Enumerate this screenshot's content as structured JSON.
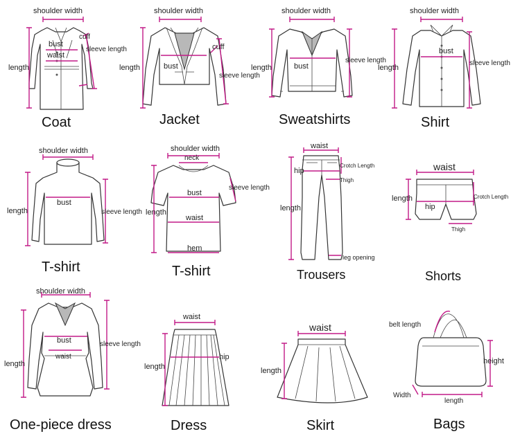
{
  "accent_color": "#c21a87",
  "items": [
    {
      "id": "coat",
      "title": "Coat",
      "labels": {
        "shoulder": "shoulder width",
        "cuff": "cuff",
        "bust": "bust",
        "waist": "waist",
        "sleeve": "sleeve length",
        "length": "length"
      }
    },
    {
      "id": "jacket",
      "title": "Jacket",
      "labels": {
        "shoulder": "shoulder width",
        "cuff": "cuff",
        "bust": "bust",
        "sleeve": "sleeve length",
        "length": "length"
      }
    },
    {
      "id": "sweatshirts",
      "title": "Sweatshirts",
      "labels": {
        "shoulder": "shoulder width",
        "bust": "bust",
        "sleeve": "sleeve length",
        "length": "length"
      }
    },
    {
      "id": "shirt",
      "title": "Shirt",
      "labels": {
        "shoulder": "shoulder width",
        "bust": "bust",
        "sleeve": "sleeve length",
        "length": "length"
      }
    },
    {
      "id": "tshirt1",
      "title": "T-shirt",
      "labels": {
        "shoulder": "shoulder width",
        "bust": "bust",
        "sleeve": "sleeve length",
        "length": "length"
      }
    },
    {
      "id": "tshirt2",
      "title": "T-shirt",
      "labels": {
        "shoulder": "shoulder width",
        "neck": "neck",
        "bust": "bust",
        "waist": "waist",
        "hem": "hem",
        "sleeve": "sleeve length",
        "length": "length"
      }
    },
    {
      "id": "trousers",
      "title": "Trousers",
      "labels": {
        "waist": "waist",
        "hip": "hip",
        "crotch": "Crotch Length",
        "thigh": "Thigh",
        "length": "length",
        "leg": "leg opening"
      }
    },
    {
      "id": "shorts",
      "title": "Shorts",
      "labels": {
        "waist": "waist",
        "hip": "hip",
        "crotch": "Crotch Length",
        "thigh": "Thigh",
        "length": "length"
      }
    },
    {
      "id": "dress1",
      "title": "One-piece dress",
      "labels": {
        "shoulder": "shoulder width",
        "bust": "bust",
        "waist": "waist",
        "sleeve": "sleeve length",
        "length": "length"
      }
    },
    {
      "id": "dress2",
      "title": "Dress",
      "labels": {
        "waist": "waist",
        "hip": "hip",
        "length": "length"
      }
    },
    {
      "id": "skirt",
      "title": "Skirt",
      "labels": {
        "waist": "waist",
        "length": "length"
      }
    },
    {
      "id": "bags",
      "title": "Bags",
      "labels": {
        "belt": "belt length",
        "height": "height",
        "width": "Width",
        "length": "length"
      }
    }
  ]
}
